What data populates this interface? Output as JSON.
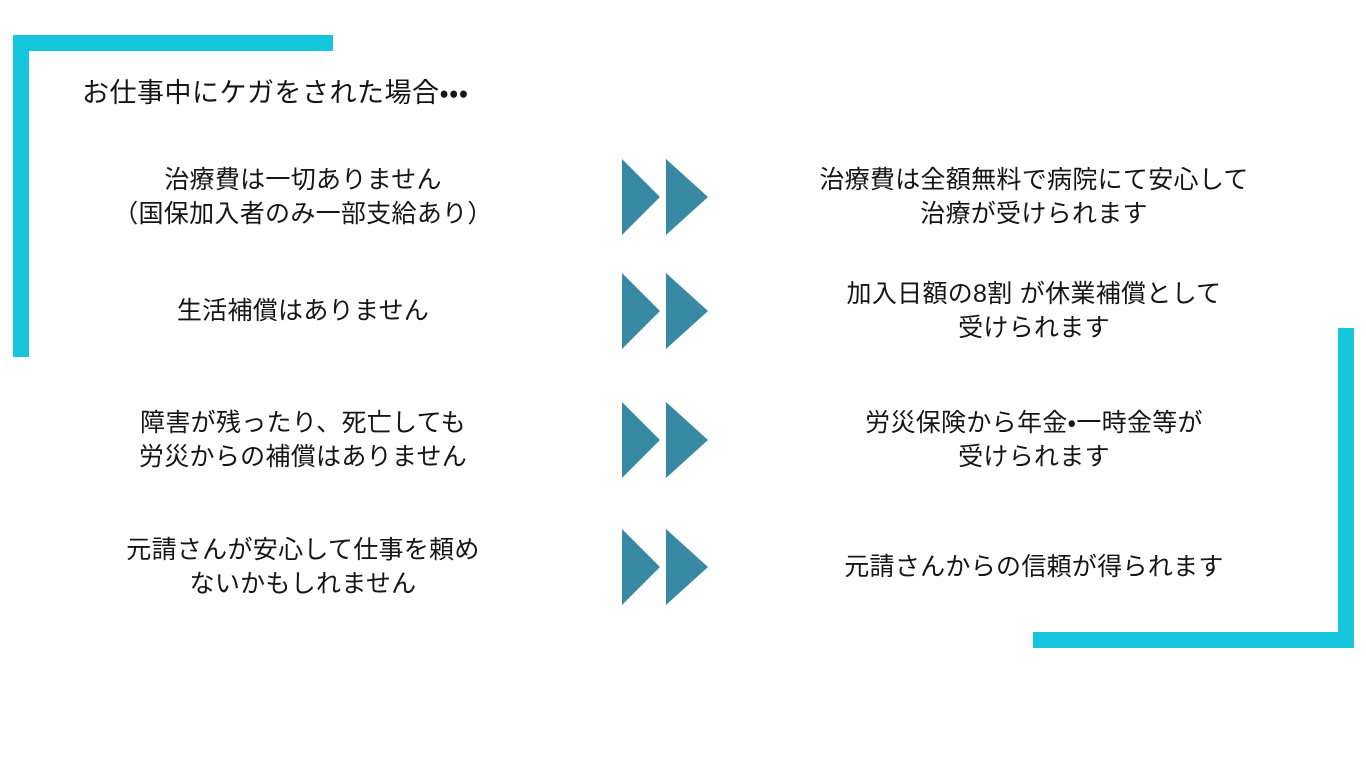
{
  "slide": {
    "heading": "お仕事中にケガをされた場合・・・",
    "accent_color_cyan": "#16c6dc",
    "accent_color_arrow": "#3889a3",
    "background_color": "#ffffff",
    "text_color": "#151515"
  },
  "decor": {
    "top_left_bracket": "cyan-corner-bracket-top-left",
    "bottom_right_bracket": "cyan-corner-bracket-bottom-right"
  },
  "arrow": {
    "icon_name": "double-chevron-right-icon",
    "label": "▶▶"
  },
  "rows": [
    {
      "id": "treatment-cost",
      "before": "治療費は一切ありません\n（国保加入者のみ一部支給あり）",
      "after": "治療費は全額無料で病院にて安心して\n治療が受けられます"
    },
    {
      "id": "living-compensation",
      "before": "生活補償はありません",
      "after": "加入日額の8割 が休業補償として\n受けられます"
    },
    {
      "id": "disability-death",
      "before": "障害が残ったり、死亡しても\n労災からの補償はありません",
      "after": "労災保険から年金・一時金等が\n受けられます"
    },
    {
      "id": "contractor-trust",
      "before": "元請さんが安心して仕事を頼め\nないかもしれません",
      "after": "元請さんからの信頼が得られます"
    }
  ]
}
